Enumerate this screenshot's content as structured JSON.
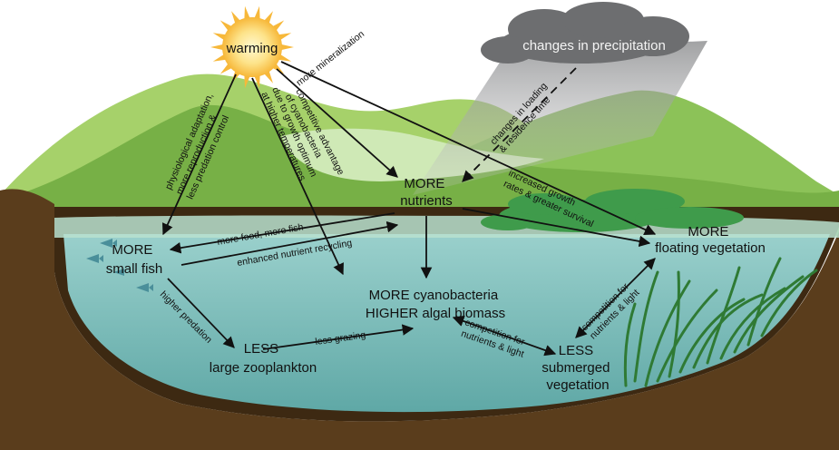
{
  "drivers": {
    "warming": "warming",
    "precipitation": "changes in precipitation"
  },
  "nodes": {
    "nutrients": [
      "MORE",
      "nutrients"
    ],
    "small_fish": [
      "MORE",
      "small fish"
    ],
    "cyano": [
      "MORE cyanobacteria",
      "HIGHER algal biomass"
    ],
    "floating": [
      "MORE",
      "floating vegetation"
    ],
    "zooplankton": [
      "LESS",
      "large zooplankton"
    ],
    "submerged": [
      "LESS",
      "submerged",
      "vegetation"
    ]
  },
  "edges": {
    "physiological": [
      "physiological adaptation,",
      "more reproduction &",
      "less predation control"
    ],
    "optimum": [
      "due to growth optimum",
      "at higher temperatures"
    ],
    "competitive": [
      "competitive advantage",
      "of cyanobacteria"
    ],
    "mineralization": [
      "more mineralization"
    ],
    "loading": [
      "changes in loading",
      "& residence time"
    ],
    "growth": [
      "increased growth",
      "rates & greater survival"
    ],
    "food": [
      "more food, more fish"
    ],
    "recycling": [
      "enhanced nutrient recycling"
    ],
    "predation": [
      "higher predation"
    ],
    "grazing": [
      "less grazing"
    ],
    "comp_sub": [
      "competition for",
      "nutrients & light"
    ],
    "comp_float": [
      "competition for",
      "nutrients & light"
    ]
  },
  "colors": {
    "hill_light": "#a6d16a",
    "hill_dark": "#77b046",
    "water": "#8dc7c3",
    "water_deep": "#6fb3b0",
    "soil": "#5a3d1c",
    "cloud": "#6d6e70",
    "sun": "#f7b83a",
    "vegetation": "#3f9b4b"
  }
}
